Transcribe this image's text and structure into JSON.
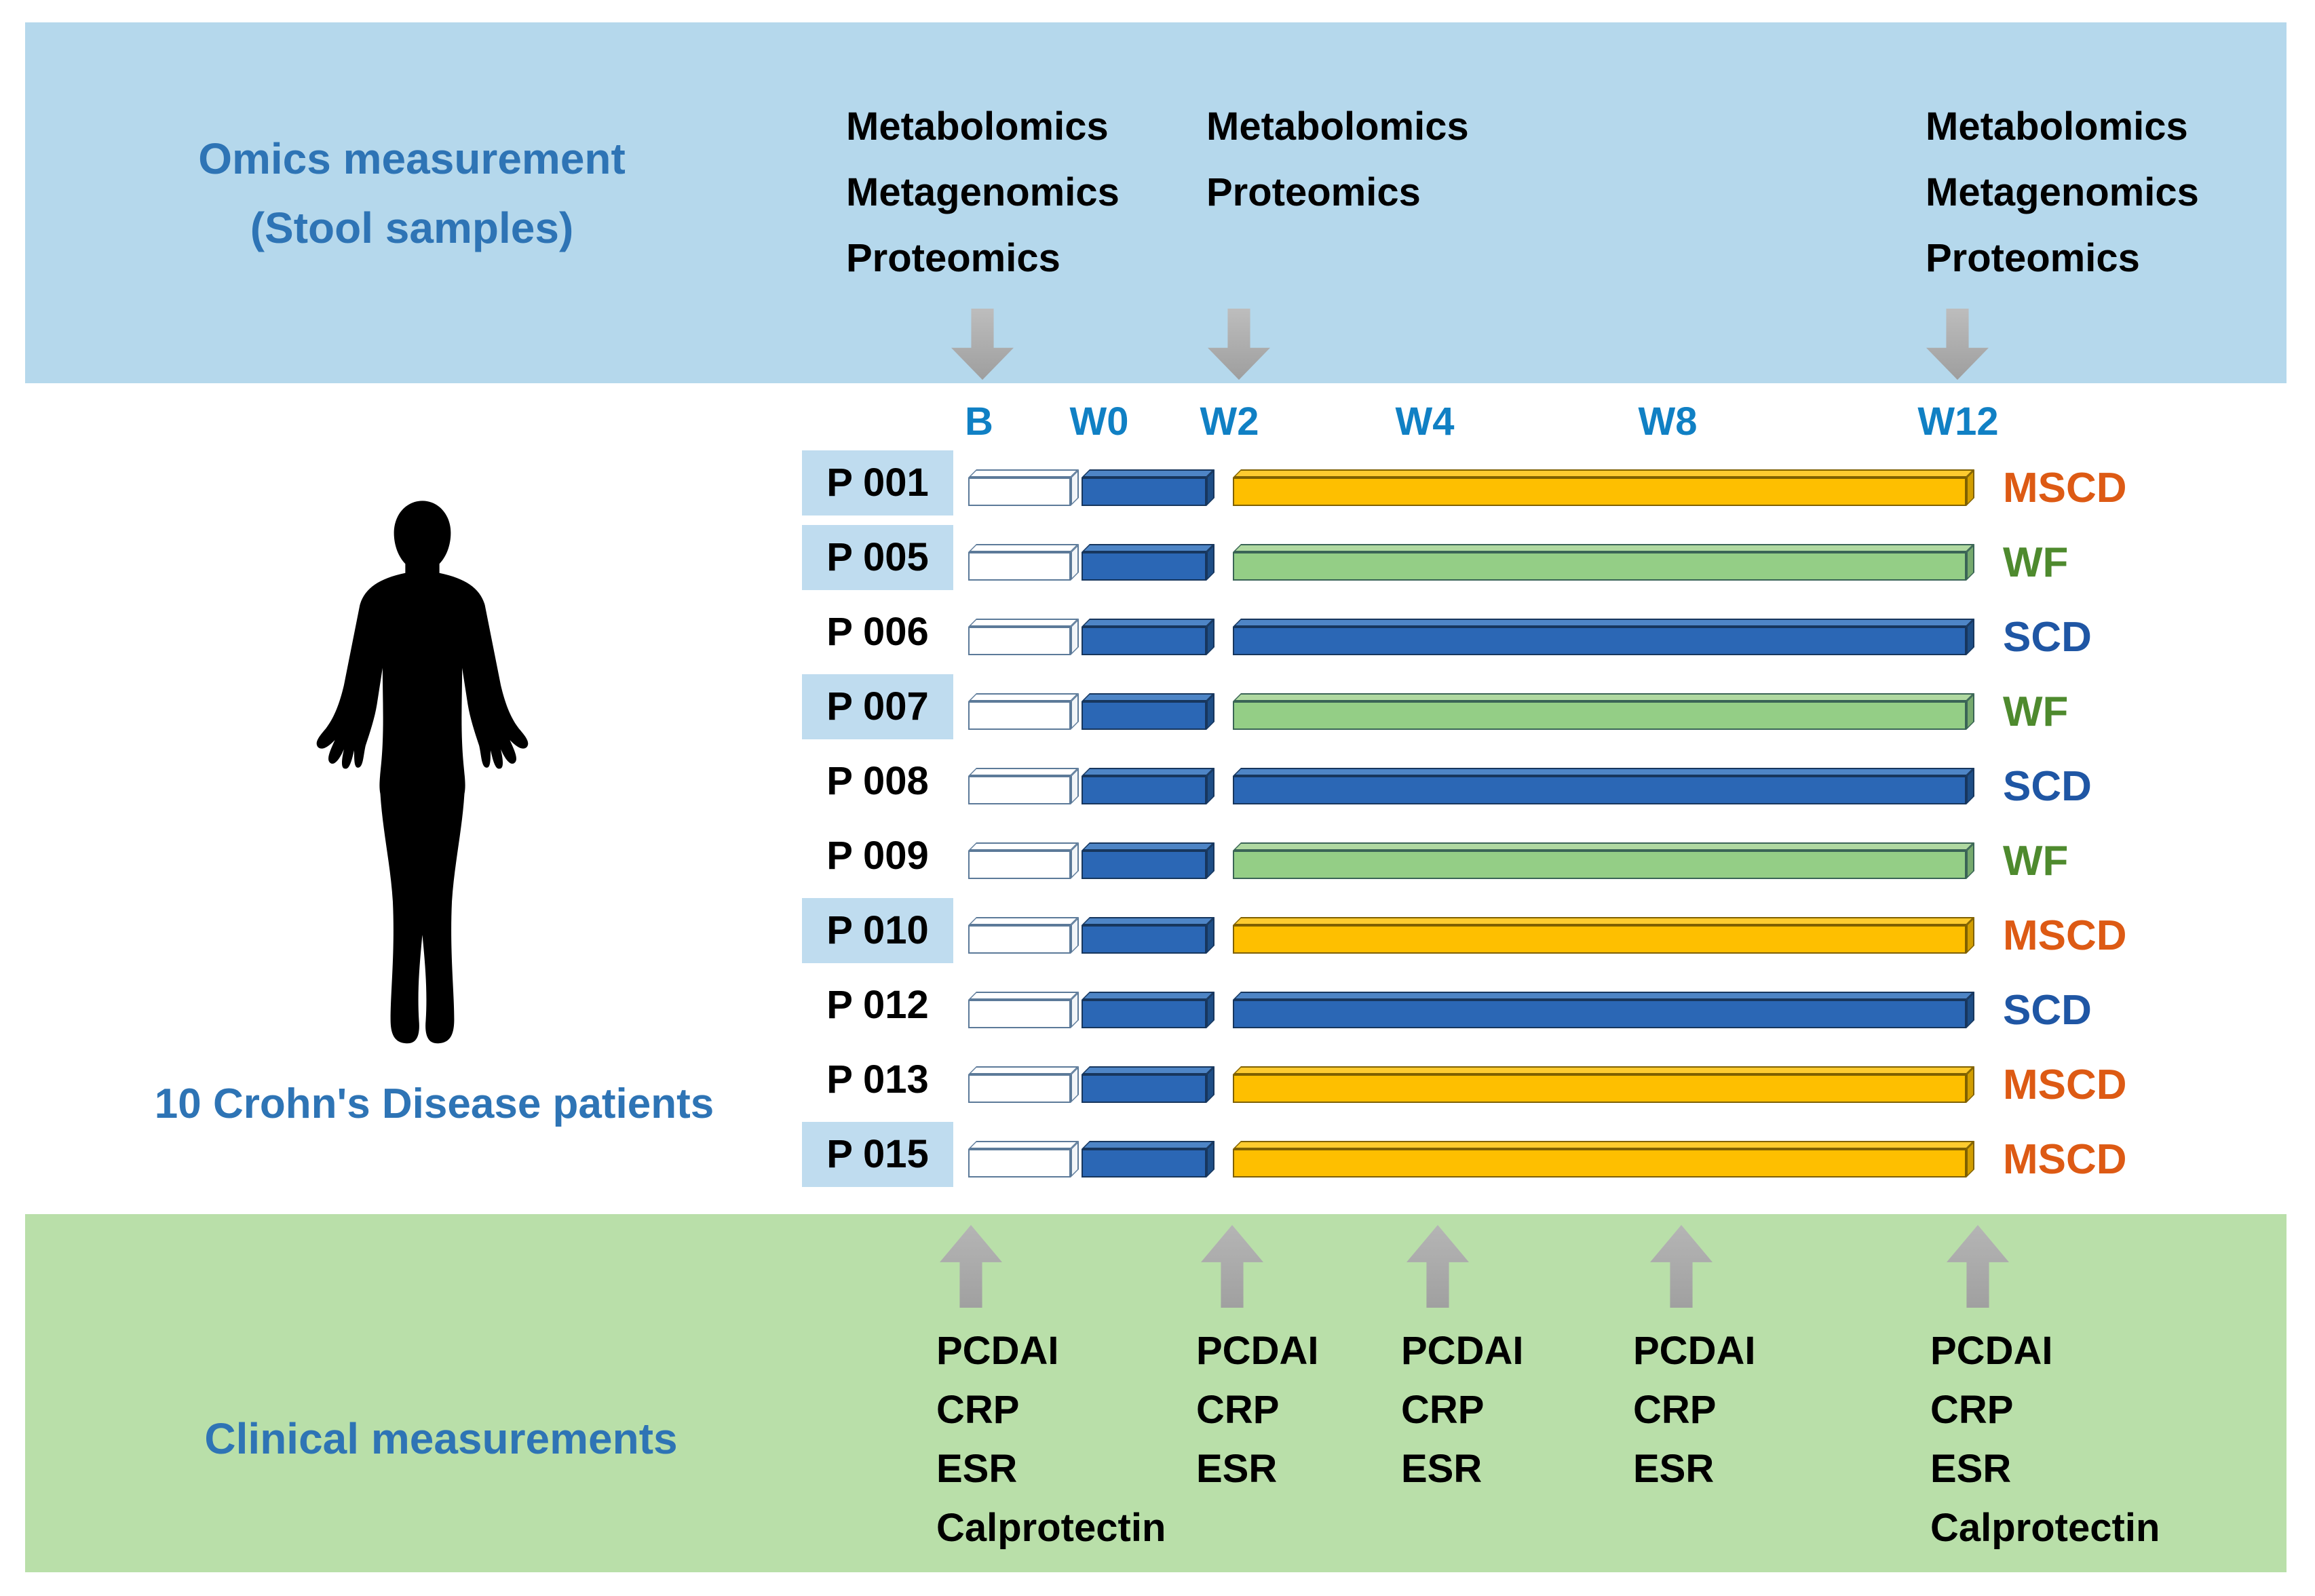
{
  "omics_band": {
    "title": "Omics measurement\n(Stool samples)",
    "blocks": [
      {
        "timepoint": "B",
        "lines": "Metabolomics\nMetagenomics\nProteomics"
      },
      {
        "timepoint": "W2",
        "lines": "Metabolomics\nProteomics"
      },
      {
        "timepoint": "W12",
        "lines": "Metabolomics\nMetagenomics\nProteomics"
      }
    ]
  },
  "timeline": {
    "ticks": [
      {
        "label": "B"
      },
      {
        "label": "W0"
      },
      {
        "label": "W2"
      },
      {
        "label": "W4"
      },
      {
        "label": "W8"
      },
      {
        "label": "W12"
      }
    ]
  },
  "patients_label": "10 Crohn's Disease patients",
  "patients": [
    {
      "id": "P 001",
      "highlighted": true,
      "diet": "MSCD"
    },
    {
      "id": "P 005",
      "highlighted": true,
      "diet": "WF"
    },
    {
      "id": "P 006",
      "highlighted": false,
      "diet": "SCD"
    },
    {
      "id": "P 007",
      "highlighted": true,
      "diet": "WF"
    },
    {
      "id": "P 008",
      "highlighted": false,
      "diet": "SCD"
    },
    {
      "id": "P 009",
      "highlighted": false,
      "diet": "WF"
    },
    {
      "id": "P 010",
      "highlighted": true,
      "diet": "MSCD"
    },
    {
      "id": "P 012",
      "highlighted": false,
      "diet": "SCD"
    },
    {
      "id": "P 013",
      "highlighted": false,
      "diet": "MSCD"
    },
    {
      "id": "P 015",
      "highlighted": true,
      "diet": "MSCD"
    }
  ],
  "clinical_band": {
    "title": "Clinical measurements",
    "columns": [
      {
        "timepoint": "B",
        "lines": "PCDAI\nCRP\nESR\nCalprotectin"
      },
      {
        "timepoint": "W2",
        "lines": "PCDAI\nCRP\nESR"
      },
      {
        "timepoint": "W4",
        "lines": "PCDAI\nCRP\nESR"
      },
      {
        "timepoint": "W8",
        "lines": "PCDAI\nCRP\nESR"
      },
      {
        "timepoint": "W12",
        "lines": "PCDAI\nCRP\nESR\nCalprotectin"
      }
    ]
  },
  "colors": {
    "omics_band_bg": "#B5D8EC",
    "clinical_band_bg": "#B9DFA9",
    "heading_blue": "#2E74B5",
    "timepoint_blue": "#1080C4",
    "patient_highlight_bg": "#BFDCEF",
    "arrow_gray": "#A9A9A9",
    "baseline_bar": "#FFFFFF",
    "induction_bar_blue": "#2B67B5",
    "mscd_bar_yellow": "#FEBF00",
    "wf_bar_green": "#94CE86",
    "scd_bar_blue": "#2B67B5",
    "mscd_text": "#DD5A14",
    "wf_text": "#4E8A2E",
    "scd_text": "#1F56A4",
    "silhouette_black": "#000000",
    "list_text": "#000000"
  }
}
